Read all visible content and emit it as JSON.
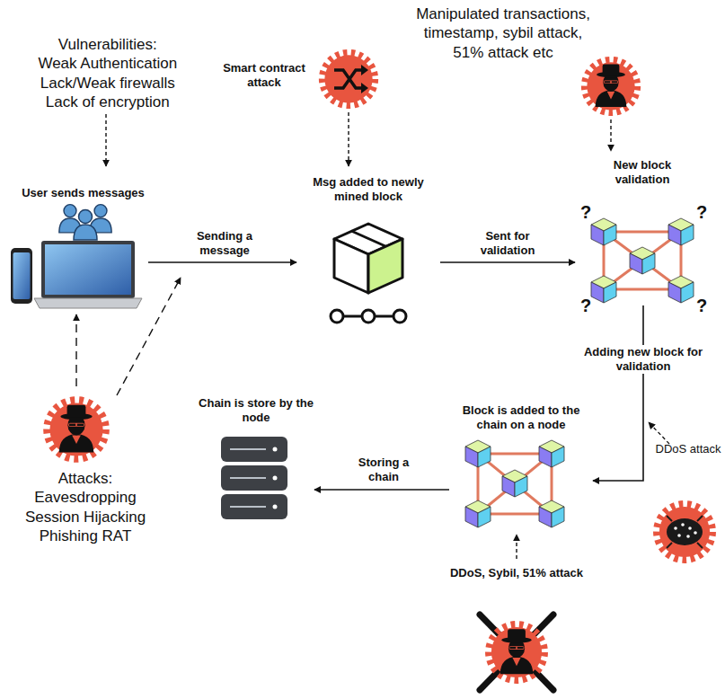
{
  "diagram": {
    "nodes": [
      {
        "text": [
          "Vulnerabilities: Weak Authentication Lack/Weak firewalls Lack of encryption"
        ]
      },
      {
        "text": [
          "Smart contract attack"
        ]
      },
      {
        "text": [
          "Manipulated transactions, timestamp, sybil attack, 51% attack etc"
        ]
      },
      {
        "text": [
          "User sends messages"
        ]
      },
      {
        "text": [
          "Msg added to newly mined block"
        ]
      },
      {
        "text": [
          "New block validation"
        ]
      },
      {
        "text": [
          "Chain is store by the node"
        ]
      },
      {
        "text": [
          "Block is added to the chain on a node"
        ]
      },
      {
        "text": [
          "Attacks: Eavesdropping Session Hijacking Phishing RAT"
        ]
      },
      {
        "text": [
          "DDoS attack"
        ]
      },
      {
        "text": [
          "DDoS, Sybil, 51% attack"
        ]
      }
    ],
    "edges": [
      {
        "from": 0,
        "to": 3,
        "arrow": "to"
      },
      {
        "from": 1,
        "to": 4,
        "arrow": "to"
      },
      {
        "from": 2,
        "to": 5,
        "arrow": "to"
      },
      {
        "from": 3,
        "to": 4,
        "label": "Sending a message",
        "arrow": "to"
      },
      {
        "from": 4,
        "to": 5,
        "label": "Sent for validation",
        "arrow": "to"
      },
      {
        "from": 5,
        "to": 7,
        "label": "Adding new block for validation",
        "arrow": "to"
      },
      {
        "from": 7,
        "to": 6,
        "label": "Storing a chain",
        "arrow": "to"
      },
      {
        "from": 8,
        "to": 3,
        "arrow": "to"
      },
      {
        "from": 10,
        "to": 7,
        "arrow": "to"
      }
    ],
    "labels": [
      "?",
      "?",
      "?",
      "?"
    ]
  }
}
